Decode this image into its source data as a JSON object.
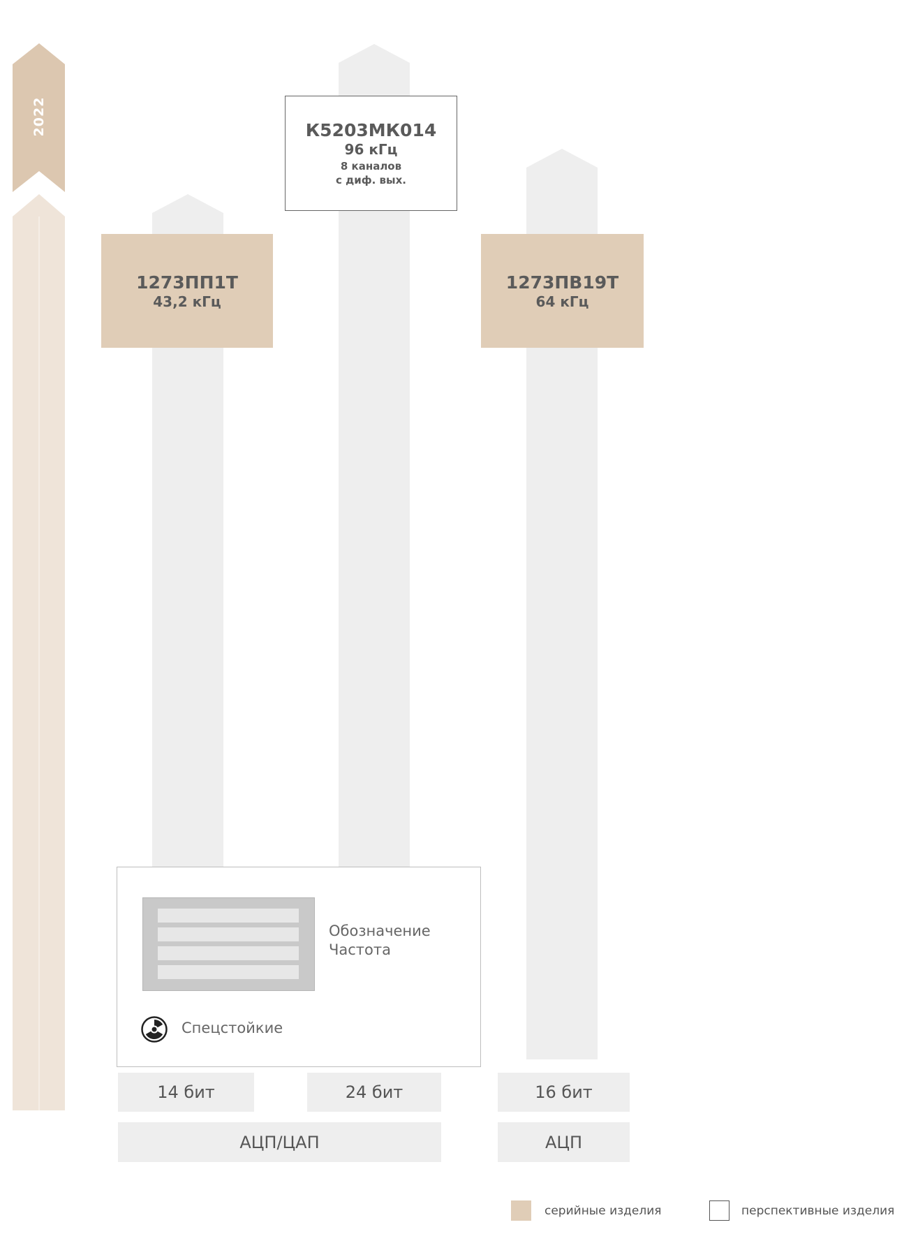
{
  "timeline": {
    "year": "2022"
  },
  "products": [
    {
      "name": "1273ПП1Т",
      "freq": "43,2 кГц",
      "status": "serial"
    },
    {
      "name": "К5203МК014",
      "freq": "96 кГц",
      "extra1": "8 каналов",
      "extra2": "с диф. вых.",
      "status": "perspective"
    },
    {
      "name": "1273ПВ19Т",
      "freq": "64 кГц",
      "status": "serial"
    }
  ],
  "key_panel": {
    "label_designation": "Обозначение",
    "label_frequency": "Частота",
    "label_special": "Спецстойкие",
    "icon": "radiation-icon"
  },
  "bits": [
    "14 бит",
    "24 бит",
    "16 бит"
  ],
  "groups": [
    "АЦП/ЦАП",
    "АЦП"
  ],
  "legend": {
    "serial_label": "серийные изделия",
    "perspective_label": "перспективные изделия"
  },
  "colors": {
    "serial": "#e0cdb7",
    "timeline_top": "#dcc7b0",
    "timeline_bottom": "#efe4d9",
    "column": "#eeeeee"
  }
}
